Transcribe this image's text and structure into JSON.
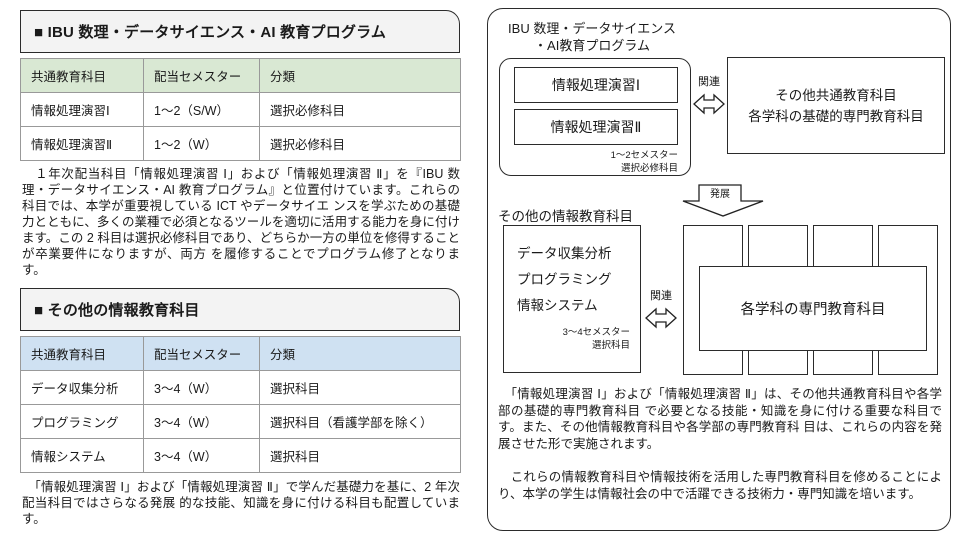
{
  "colors": {
    "table1_header_bg": "#d9e8d3",
    "table2_header_bg": "#cfe1f2",
    "section_header_bg": "#f3f3f3",
    "box_border": "#2b2b2b",
    "table_border": "#999999"
  },
  "left": {
    "section1": {
      "title": "■ IBU 数理・データサイエンス・AI 教育プログラム",
      "table": {
        "headers": [
          "共通教育科目",
          "配当セメスター",
          "分類"
        ],
        "rows": [
          [
            "情報処理演習Ⅰ",
            "1〜2（S/W）",
            "選択必修科目"
          ],
          [
            "情報処理演習Ⅱ",
            "1〜2（W）",
            "選択必修科目"
          ]
        ]
      },
      "paragraph": "　１年次配当科目「情報処理演習 Ⅰ」および「情報処理演習 Ⅱ」を『IBU 数理・データサイエンス・AI 教育プログラム』と位置付けています。これらの科目では、本学が重要視している ICT やデータサイエ ンスを学ぶための基礎力とともに、多くの業種で必須となるツールを適切に活用する能力を身に付けます。この 2 科目は選択必修科目であり、どちらか一方の単位を修得することが卒業要件になりますが、両方 を履修することでプログラム修了となります。"
    },
    "section2": {
      "title": "■ その他の情報教育科目",
      "table": {
        "headers": [
          "共通教育科目",
          "配当セメスター",
          "分類"
        ],
        "rows": [
          [
            "データ収集分析",
            "3〜4（W）",
            "選択科目"
          ],
          [
            "プログラミング",
            "3〜4（W）",
            "選択科目（看護学部を除く）"
          ],
          [
            "情報システム",
            "3〜4（W）",
            "選択科目"
          ]
        ]
      },
      "paragraph": "　「情報処理演習 Ⅰ」および「情報処理演習 Ⅱ」で学んだ基礎力を基に、2 年次配当科目ではさらなる発展 的な技能、知識を身に付ける科目も配置しています。"
    }
  },
  "diagram": {
    "title_line1": "IBU 数理・データサイエンス",
    "title_line2": "・AI教育プログラム",
    "course1": "情報処理演習Ⅰ",
    "course2": "情報処理演習Ⅱ",
    "program_note1": "1〜2セメスター",
    "program_note2": "選択必修科目",
    "relation_label1": "関連",
    "relation_label2": "関連",
    "develop_label": "発展",
    "other_common_line1": "その他共通教育科目",
    "other_common_line2": "各学科の基礎的専門教育科目",
    "other_info_heading": "その他の情報教育科目",
    "info_courses": [
      "データ収集分析",
      "プログラミング",
      "情報システム"
    ],
    "info_note1": "3〜4セメスター",
    "info_note2": "選択科目",
    "dept_box": "各学科の専門教育科目",
    "paragraph1": "　「情報処理演習 Ⅰ」および「情報処理演習 Ⅱ」は、その他共通教育科目や各学部の基礎的専門教育科目 で必要となる技能・知識を身に付ける重要な科目です。また、その他情報教育科目や各学部の専門教育科 目は、これらの内容を発展させた形で実施されます。",
    "paragraph2": "　これらの情報教育科目や情報技術を活用した専門教育科目を修めることにより、本学の学生は情報社会の中で活躍できる技術力・専門知識を培います。"
  }
}
